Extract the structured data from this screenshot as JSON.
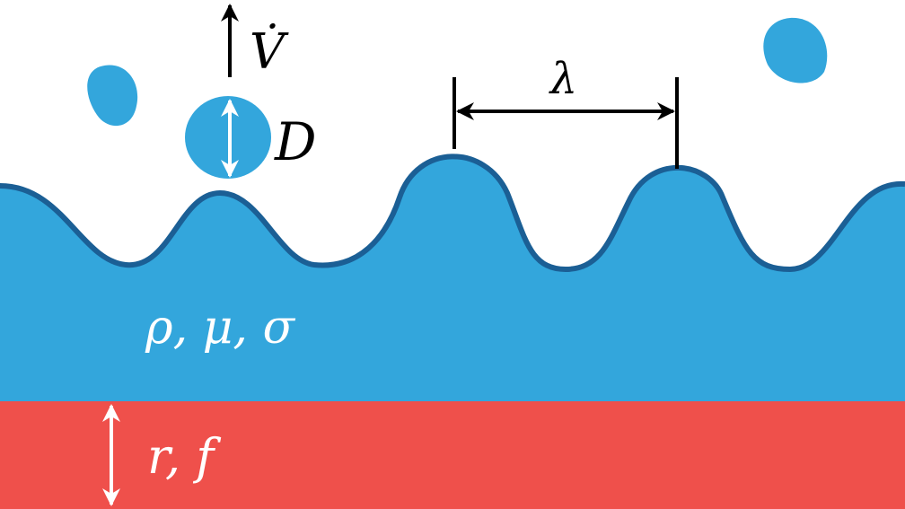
{
  "colors": {
    "liquid": "#33a6dc",
    "liquid_outline": "#1b5f95",
    "substrate": "#ef504b",
    "arrow_dark": "#000000",
    "arrow_light": "#ffffff",
    "background": "#ffffff"
  },
  "labels": {
    "volume_flow": "V̇",
    "droplet_diameter": "D",
    "wavelength": "λ",
    "liquid_properties": "ρ, μ, σ",
    "vibration_params": "r, f"
  },
  "icons": {
    "flow_arrow": "arrow-up-icon",
    "diameter_arrow": "double-arrow-vertical-icon",
    "wavelength_arrow": "double-arrow-horizontal-icon",
    "vibration_arrow": "double-arrow-vertical-icon"
  }
}
